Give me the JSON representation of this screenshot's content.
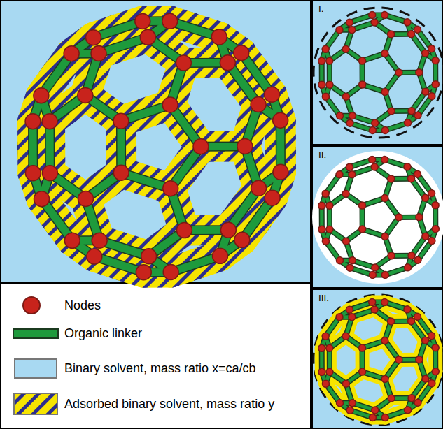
{
  "diagram": {
    "labels": [
      "I.",
      "II.",
      "III."
    ],
    "legend": [
      {
        "text": "Nodes",
        "color": "#c8231c"
      },
      {
        "text": "Organic linker",
        "color": "#1e9a3c"
      },
      {
        "text": "Binary solvent, mass ratio x=ca/cb",
        "color": "#a8d9f2"
      },
      {
        "text": "Adsorbed binary solvent, mass ratio y"
      }
    ]
  }
}
